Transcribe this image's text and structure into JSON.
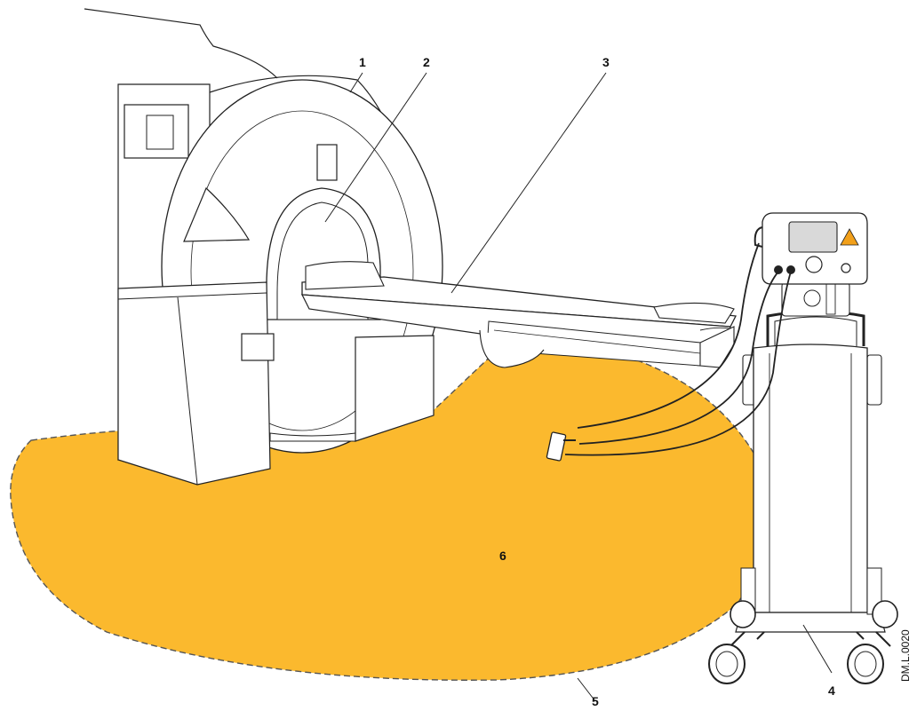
{
  "callouts": {
    "c1": "1",
    "c2": "2",
    "c3": "3",
    "c4": "4",
    "c5": "5",
    "c6": "6"
  },
  "reference_code": "DM.L.0020",
  "colors": {
    "zone_fill": "#FBB92E",
    "zone_border": "#555555",
    "line": "#222222",
    "equipment_fill": "#ffffff",
    "screen": "#d9d9d9",
    "warning_badge": "#f2a01a"
  },
  "icons": {
    "scanner": "mri-scanner",
    "table": "patient-table",
    "trolley": "anaesthesia-trolley",
    "zone": "restricted-zone"
  }
}
